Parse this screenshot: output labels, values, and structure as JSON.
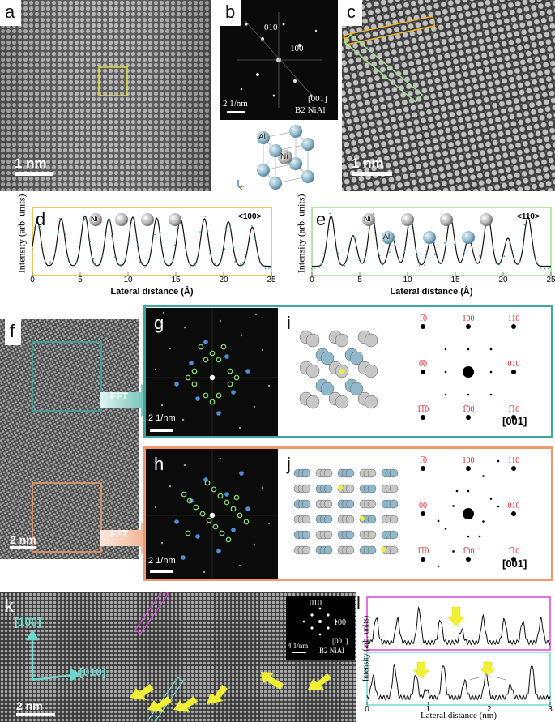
{
  "panels": {
    "a": {
      "letter": "a",
      "scale": "1 nm"
    },
    "b": {
      "letter": "b",
      "spot1": "010",
      "spot2": "100",
      "scale": "2 1/nm",
      "zone": "[001]",
      "phase": "B2 NiAl",
      "atoms": {
        "al": "Al",
        "ni": "Ni"
      }
    },
    "c": {
      "letter": "c",
      "scale": "1 nm"
    },
    "d": {
      "letter": "d",
      "dir": "<100>",
      "atom": "Ni"
    },
    "e": {
      "letter": "e",
      "dir": "<110>",
      "atom1": "Ni",
      "atom2": "Al"
    },
    "f": {
      "letter": "f",
      "scale": "2 nm",
      "fft1": "FFT",
      "fft2": "FFT"
    },
    "g": {
      "letter": "g",
      "scale": "2 1/nm"
    },
    "h": {
      "letter": "h",
      "scale": "2 1/nm"
    },
    "i": {
      "letter": "i",
      "zone": "[001]"
    },
    "j": {
      "letter": "j",
      "zone": "[001]"
    },
    "k": {
      "letter": "k",
      "scale": "2 nm",
      "dir1": "[100]",
      "dir2": "[010]",
      "inset": {
        "s1": "010",
        "s2": "100",
        "scale": "4 1/nm",
        "zone": "[001]",
        "phase": "B2 NiAl"
      }
    },
    "l": {
      "letter": "l"
    }
  },
  "diffraction_labels": {
    "tl": "1̅0",
    "tc": "100",
    "tr": "110",
    "ml": "0̅0",
    "mr": "010",
    "bl": "1̅1̅0",
    "bc": "1̅00",
    "br": "1̅10"
  },
  "colors": {
    "orange": "#f0b429",
    "green": "#9ee08a",
    "teal": "#3aa99c",
    "salmon": "#ee9a6d",
    "magenta": "#e040e0",
    "cyan": "#6fd8cf",
    "yellow": "#f1f034",
    "spot_red": "#e8272b",
    "al_blue": "#8fb8cd"
  },
  "chart_data": [
    {
      "type": "line",
      "title": "",
      "xlabel": "Lateral distance (Å)",
      "ylabel": "Intensity (arb. units)",
      "xlim": [
        0,
        25
      ],
      "xticks": [
        0,
        5,
        10,
        15,
        20,
        25
      ],
      "legend": "<100>",
      "series": [
        {
          "x": [
            0.5,
            3,
            5.5,
            8,
            10.5,
            13,
            15.5,
            18,
            20.5,
            23
          ],
          "peak_values": [
            0.8,
            0.85,
            0.9,
            0.85,
            0.88,
            0.86,
            0.84,
            0.85,
            0.8,
            0.7
          ]
        }
      ]
    },
    {
      "type": "line",
      "title": "",
      "xlabel": "Lateral distance (Å)",
      "ylabel": "Intensity (arb. units)",
      "xlim": [
        0,
        25
      ],
      "xticks": [
        0,
        5,
        10,
        15,
        20,
        25
      ],
      "legend": "<110>",
      "series": [
        {
          "x": [
            2,
            4.3,
            6.3,
            8.4,
            10.3,
            12.5,
            14.5,
            16.4,
            18.4,
            20.5,
            22.6
          ],
          "peak_values": [
            0.9,
            0.55,
            0.9,
            0.5,
            0.88,
            0.5,
            0.86,
            0.5,
            0.9,
            0.5,
            0.88
          ]
        }
      ]
    },
    {
      "type": "line",
      "title": "",
      "xlabel": "Lateral distance (nm)",
      "ylabel": "Intensity (arb. units)",
      "xlim": [
        0,
        3
      ],
      "xticks": [
        0,
        1,
        2,
        3
      ],
      "series": [
        {
          "name": "",
          "x": [],
          "y": []
        },
        {
          "name": "",
          "x": [],
          "y": []
        }
      ]
    }
  ]
}
